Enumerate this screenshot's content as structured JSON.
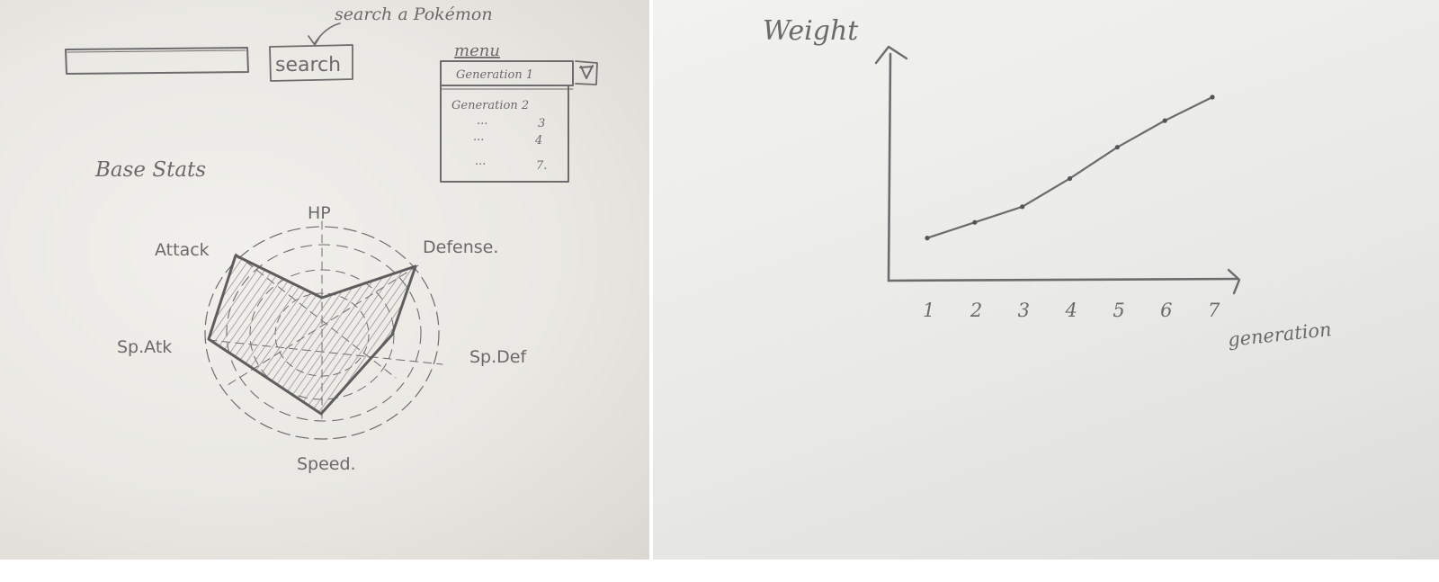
{
  "search": {
    "annotation": "search a Pokémon",
    "button_label": "search"
  },
  "menu": {
    "title": "menu",
    "selected": "Generation 1",
    "options": [
      {
        "label": "Generation 2"
      },
      {
        "label": "...",
        "number": "3"
      },
      {
        "label": "...",
        "number": "4"
      },
      {
        "label": "...",
        "number": "7."
      }
    ]
  },
  "base_stats": {
    "heading": "Base Stats",
    "labels": {
      "hp": "HP",
      "attack": "Attack",
      "defense": "Defense.",
      "sp_atk": "Sp.Atk",
      "sp_def": "Sp.Def",
      "speed": "Speed."
    }
  },
  "chart_data": {
    "type": "line",
    "ylabel": "Weight",
    "xlabel": "generation",
    "x": [
      "1",
      "2",
      "3",
      "4",
      "5",
      "6",
      "7"
    ],
    "series": [
      {
        "values": [
          0.1,
          0.2,
          0.3,
          0.48,
          0.68,
          0.85,
          1.0
        ]
      }
    ]
  }
}
